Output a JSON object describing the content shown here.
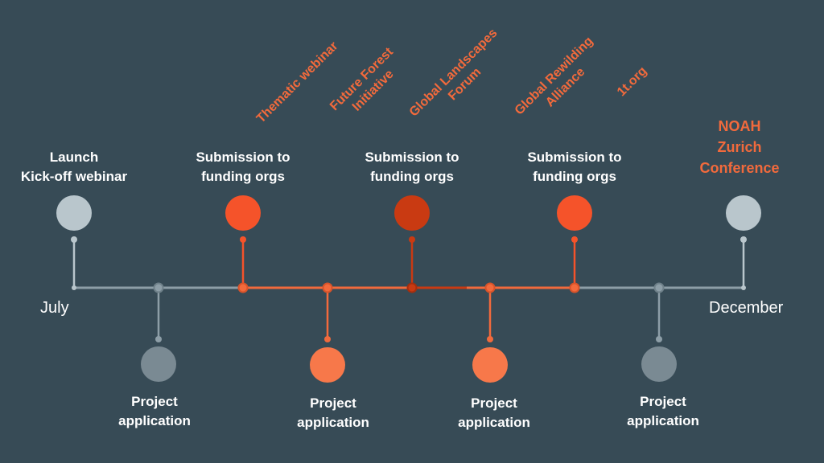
{
  "timeline": {
    "start_label": "July",
    "end_label": "December",
    "top_events": [
      {
        "label": "Launch\nKick-off webinar",
        "color": "#b9c6cc"
      },
      {
        "label": "Submission to\nfunding orgs",
        "color": "#f5532a"
      },
      {
        "label": "Submission to\nfunding orgs",
        "color": "#c93a12"
      },
      {
        "label": "Submission to\nfunding orgs",
        "color": "#f5532a"
      },
      {
        "label": "NOAH\nZurich\nConference",
        "color": "#b9c6cc"
      }
    ],
    "bottom_events": [
      {
        "label": "Project\napplication",
        "color": "#7a8a93"
      },
      {
        "label": "Project\napplication",
        "color": "#f7784a"
      },
      {
        "label": "Project\napplication",
        "color": "#f7784a"
      },
      {
        "label": "Project\napplication",
        "color": "#7a8a93"
      }
    ],
    "side_events": [
      {
        "label": "Thematic webinar"
      },
      {
        "label": "Future Forest\nInitiative"
      },
      {
        "label": "Global Landscapes\nForum"
      },
      {
        "label": "Global Rewilding\nAlliance"
      },
      {
        "label": "1t.org"
      }
    ],
    "colors": {
      "background": "#374b56",
      "grey_line": "#8d9ea7",
      "orange_line": "#f26a3c",
      "dark_orange_line": "#c93a12"
    }
  }
}
